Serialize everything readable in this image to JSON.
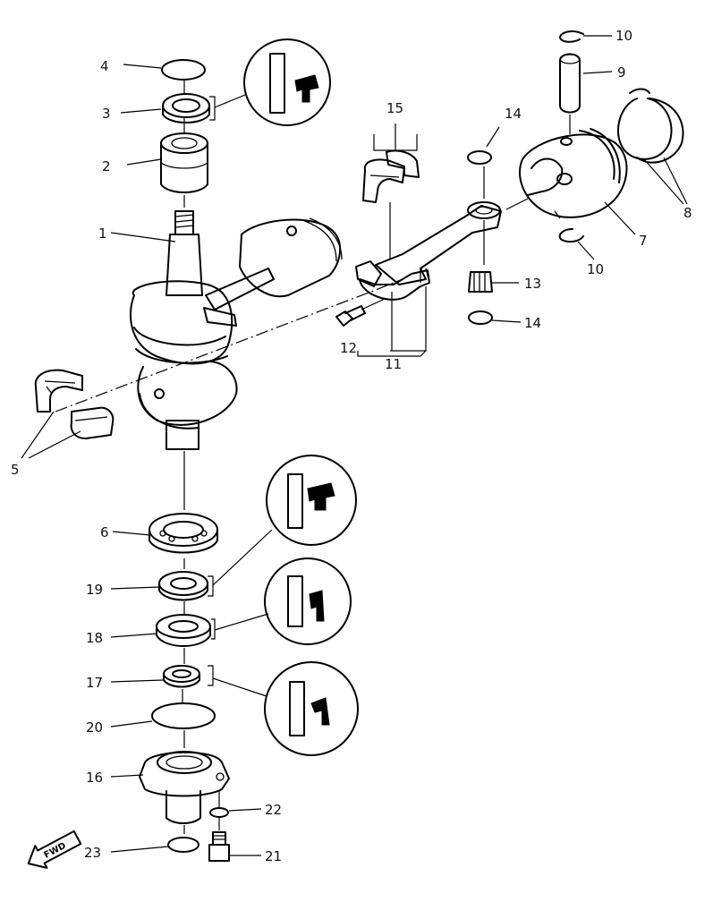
{
  "diagram": {
    "callouts": [
      {
        "id": "c1",
        "label": "1"
      },
      {
        "id": "c2",
        "label": "2"
      },
      {
        "id": "c3",
        "label": "3"
      },
      {
        "id": "c4",
        "label": "4"
      },
      {
        "id": "c5",
        "label": "5"
      },
      {
        "id": "c6",
        "label": "6"
      },
      {
        "id": "c7",
        "label": "7"
      },
      {
        "id": "c8",
        "label": "8"
      },
      {
        "id": "c9",
        "label": "9"
      },
      {
        "id": "c10a",
        "label": "10"
      },
      {
        "id": "c10b",
        "label": "10"
      },
      {
        "id": "c11",
        "label": "11"
      },
      {
        "id": "c12",
        "label": "12"
      },
      {
        "id": "c13",
        "label": "13"
      },
      {
        "id": "c14a",
        "label": "14"
      },
      {
        "id": "c14b",
        "label": "14"
      },
      {
        "id": "c15",
        "label": "15"
      },
      {
        "id": "c16",
        "label": "16"
      },
      {
        "id": "c17",
        "label": "17"
      },
      {
        "id": "c18",
        "label": "18"
      },
      {
        "id": "c19",
        "label": "19"
      },
      {
        "id": "c20",
        "label": "20"
      },
      {
        "id": "c21",
        "label": "21"
      },
      {
        "id": "c22",
        "label": "22"
      },
      {
        "id": "c23",
        "label": "23"
      }
    ],
    "fwd_arrow": {
      "label": "FWD"
    }
  }
}
